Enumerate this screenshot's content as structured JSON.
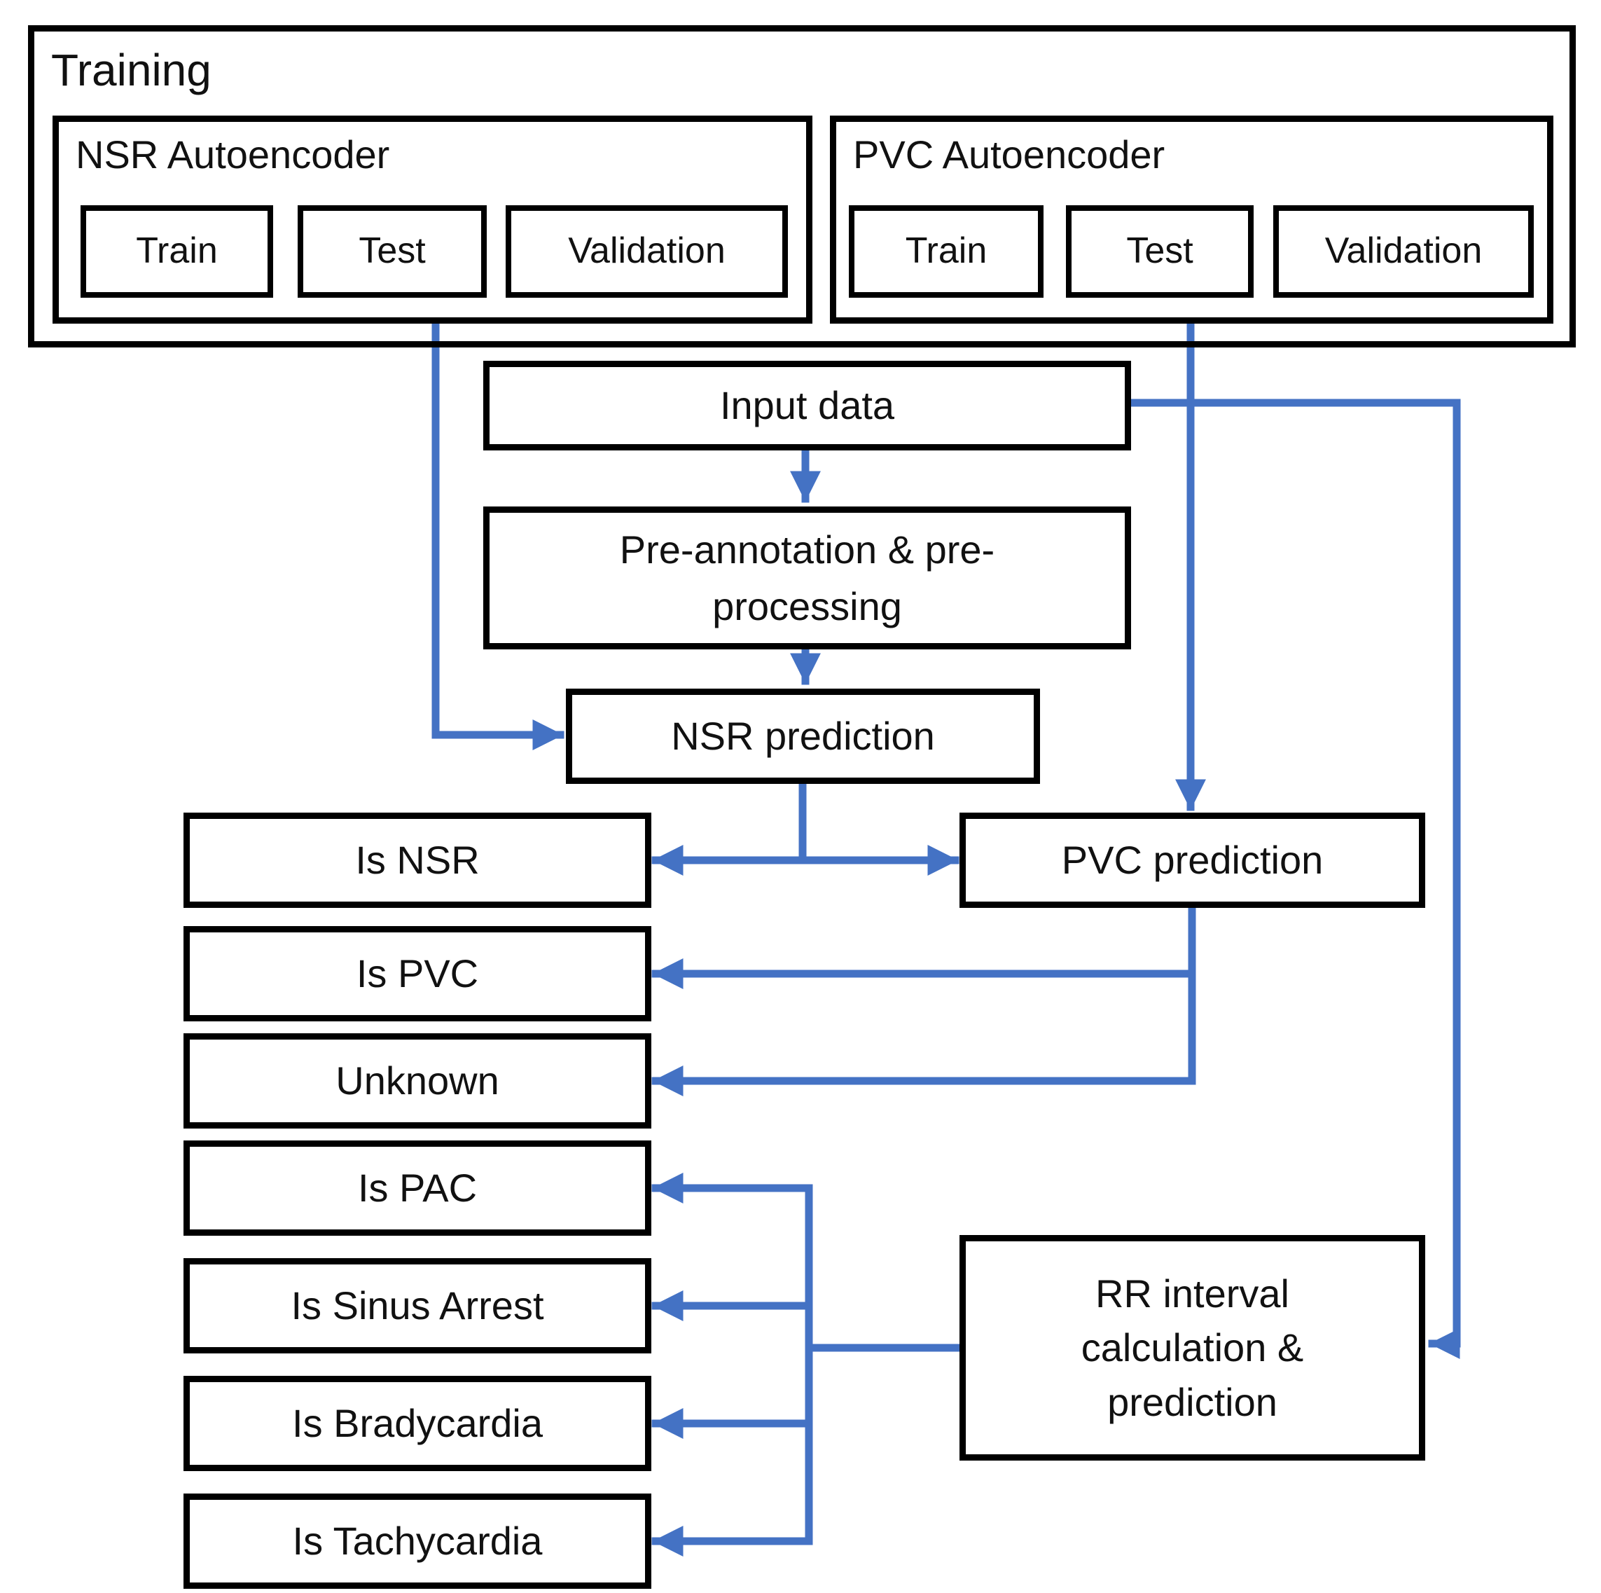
{
  "diagram": {
    "training": {
      "label": "Training",
      "autoencoders": [
        {
          "title": "NSR Autoencoder",
          "stages": [
            "Train",
            "Test",
            "Validation"
          ]
        },
        {
          "title": "PVC Autoencoder",
          "stages": [
            "Train",
            "Test",
            "Validation"
          ]
        }
      ]
    },
    "nodes": {
      "input_data": "Input data",
      "pre_annotation": "Pre-annotation & pre-\nprocessing",
      "nsr_prediction": "NSR prediction",
      "pvc_prediction": "PVC prediction",
      "is_nsr": "Is NSR",
      "is_pvc": "Is PVC",
      "unknown": "Unknown",
      "is_pac": "Is PAC",
      "is_sinus_arrest": "Is Sinus Arrest",
      "is_bradycardia": "Is Bradycardia",
      "is_tachycardia": "Is Tachycardia",
      "rr_interval": "RR interval\ncalculation &\nprediction"
    },
    "colors": {
      "connector_blue": "#4472C4",
      "box_border": "#000000",
      "box_fill": "#ffffff"
    }
  }
}
